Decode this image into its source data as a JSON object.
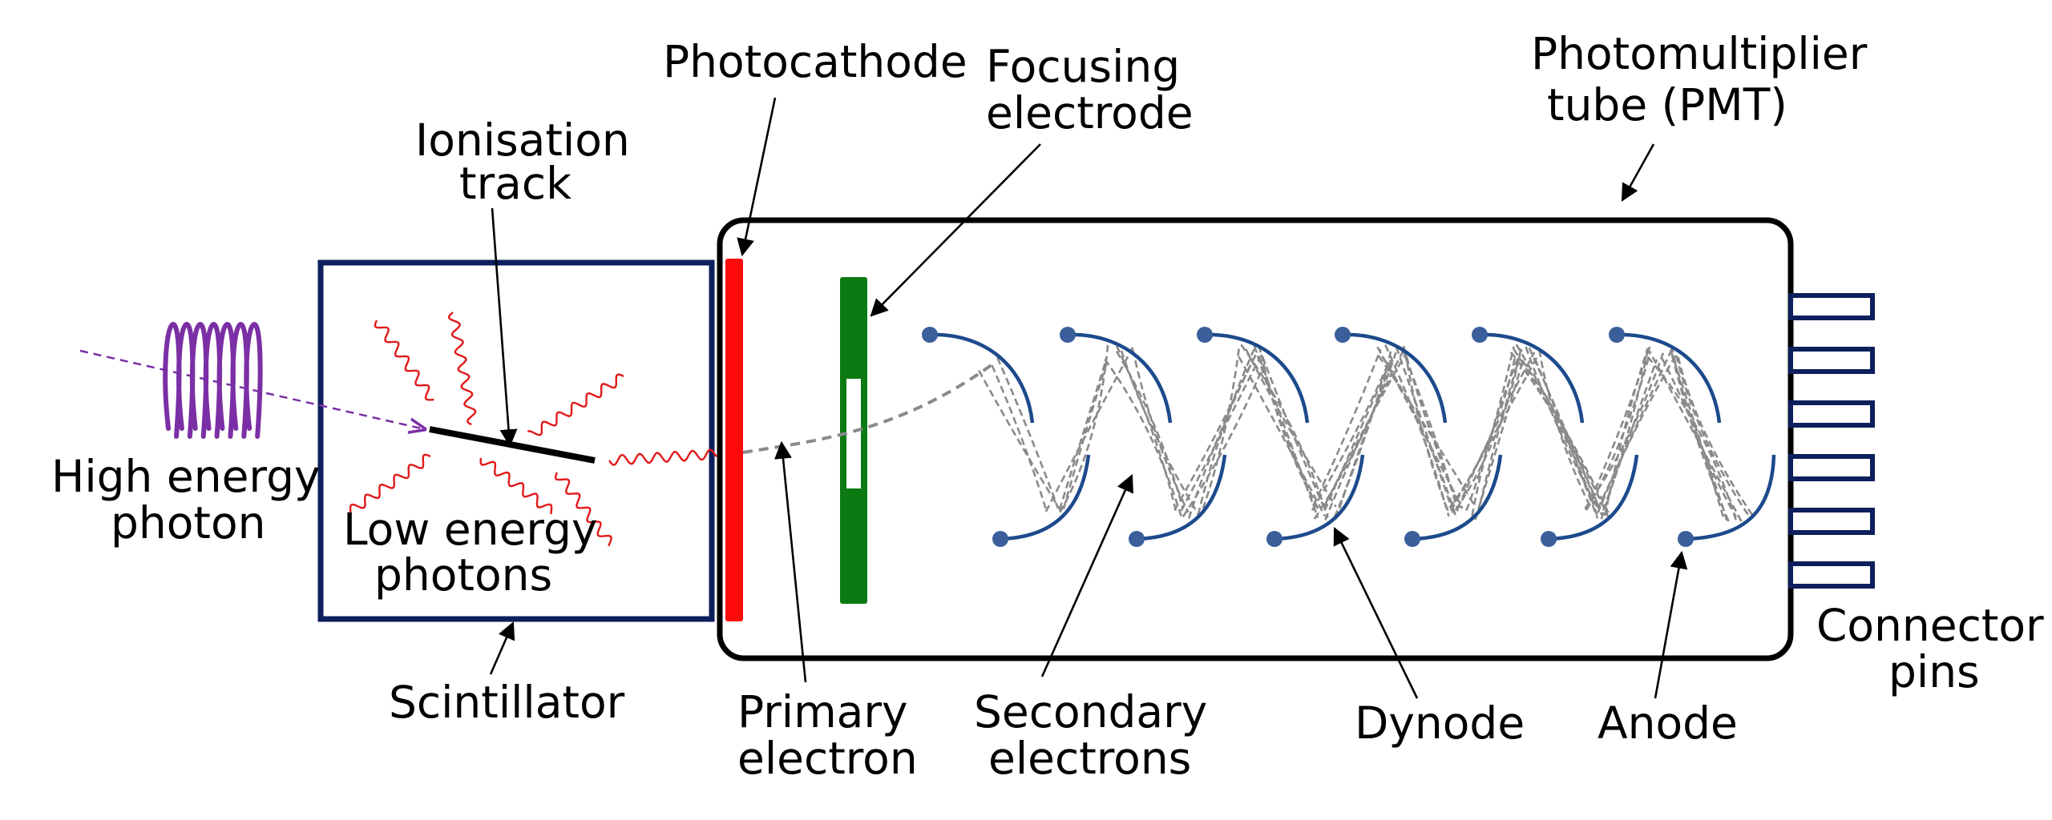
{
  "title": "",
  "colors": {
    "outline": "#0d1f5c",
    "tube": "#000000",
    "photocathode": "#ff0a0a",
    "focusing_electrode": "#0b7a12",
    "incoming_photon": "#7b2fa5",
    "low_energy_photons": "#e01a1a",
    "dynode": "#1c4a8c",
    "dynode_node": "#3a5f9a",
    "electron_paths": "#8a8a8a"
  },
  "labels": {
    "photocathode": "Photocathode",
    "focusing_1": "Focusing",
    "focusing_2": "electrode",
    "pmt_1": "Photomultiplier",
    "pmt_2": "tube (PMT)",
    "ionisation_1": "Ionisation",
    "ionisation_2": "track",
    "high_energy_1": "High energy",
    "high_energy_2": "photon",
    "low_energy_1": "Low energy",
    "low_energy_2": "photons",
    "scintillator": "Scintillator",
    "primary_1": "Primary",
    "primary_2": "electron",
    "secondary_1": "Secondary",
    "secondary_2": "electrons",
    "dynode": "Dynode",
    "anode": "Anode",
    "connector_1": "Connector",
    "connector_2": "pins"
  },
  "counts": {
    "dynodes": 11,
    "connector_pins": 6
  }
}
